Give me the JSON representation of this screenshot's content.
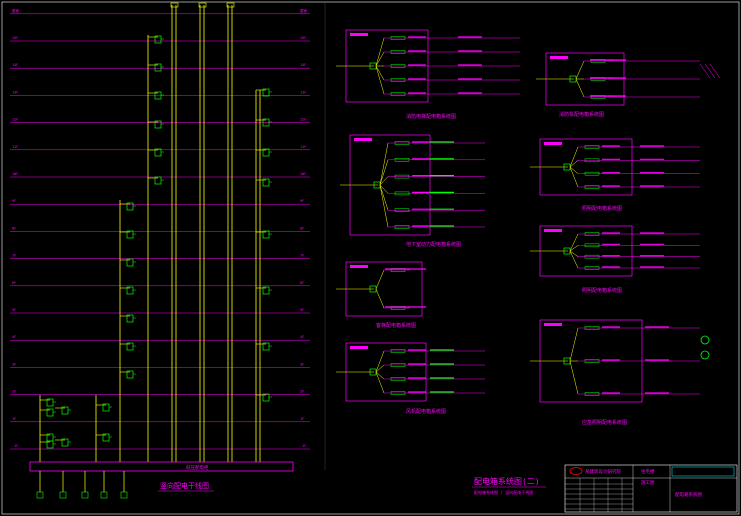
{
  "drawing": {
    "riser_title": "竖向配电干线图",
    "sheet_title": "配电箱系统图(二)",
    "sheet_subtitle": "配电箱系统图 / 竖向配电干线图",
    "bus_label": "低压配电柜",
    "floor_labels": [
      "-1F",
      "1F",
      "2F",
      "3F",
      "4F",
      "5F",
      "6F",
      "7F",
      "8F",
      "9F",
      "10F",
      "11F",
      "12F",
      "13F",
      "14F",
      "15F",
      "屋面"
    ]
  },
  "panels": [
    {
      "caption": "消防电梯配电箱系统图",
      "id": "XL-1-DT"
    },
    {
      "caption": "地下室动力配电箱系统图",
      "id": "XL-D1-DL"
    },
    {
      "caption": "客梯配电箱系统图",
      "id": "XL-2-DT"
    },
    {
      "caption": "风机配电箱系统图",
      "id": "XL-FJ-1"
    },
    {
      "caption": "消防泵配电箱系统图",
      "id": "XL-XF-1"
    },
    {
      "caption": "照明配电箱系统图",
      "id": "AL-1-1"
    },
    {
      "caption": "照明配电箱系统图",
      "id": "AL-2-1"
    },
    {
      "caption": "应急照明配电系统图",
      "id": "ALE-1"
    }
  ],
  "title_block": {
    "company": "某建筑设计研究院",
    "project": "住宅楼",
    "drawing_name": "配电箱系统图",
    "stage": "施工图"
  },
  "colors": {
    "line": "#ff00ff",
    "riser": "#ffff00",
    "node": "#00ff00",
    "text": "#ff00ff",
    "frame": "#ffffff",
    "cyan": "#00ffff"
  }
}
